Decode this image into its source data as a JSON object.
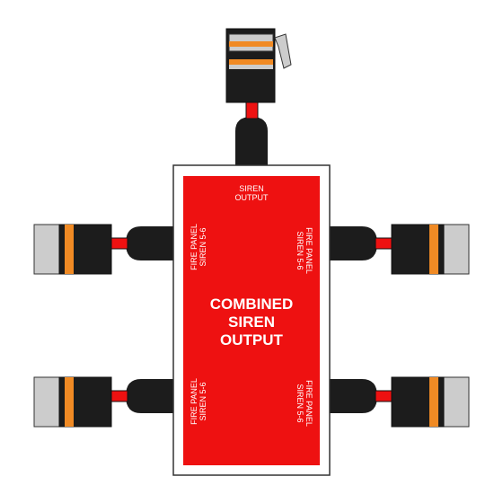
{
  "colors": {
    "background": "#ffffff",
    "panel_fill": "#ee1111",
    "panel_frame": "#ffffff",
    "frame_stroke": "#333333",
    "plug_body": "#1c1c1c",
    "plug_cap": "#cccccc",
    "plug_band": "#f08a24",
    "wire": "#ee1111",
    "label_text": "#ffffff"
  },
  "device": {
    "siren_output_label": [
      "SIREN",
      "OUTPUT"
    ],
    "center_label": [
      "COMBINED",
      "SIREN",
      "OUTPUT"
    ],
    "port_labels": {
      "top_left": [
        "FIRE PANEL",
        "SIREN 5-6"
      ],
      "top_right": [
        "FIRE PANEL",
        "SIREN 5-6"
      ],
      "bottom_left": [
        "FIRE PANEL",
        "SIREN 5-6"
      ],
      "bottom_right": [
        "FIRE PANEL",
        "SIREN 5-6"
      ]
    }
  },
  "connectors": [
    {
      "id": "top-output-connector",
      "icon": "rj-plug-icon"
    },
    {
      "id": "left-upper-connector",
      "icon": "rj-plug-icon"
    },
    {
      "id": "left-lower-connector",
      "icon": "rj-plug-icon"
    },
    {
      "id": "right-upper-connector",
      "icon": "rj-plug-icon"
    },
    {
      "id": "right-lower-connector",
      "icon": "rj-plug-icon"
    }
  ]
}
